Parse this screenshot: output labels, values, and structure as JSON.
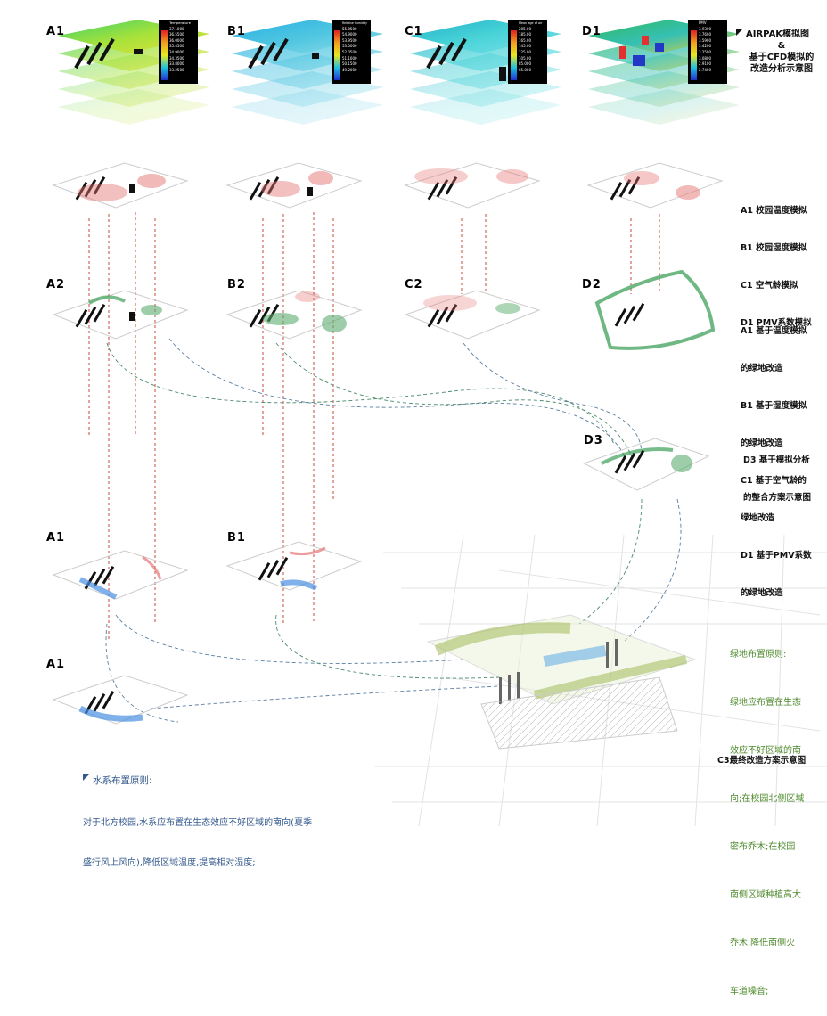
{
  "top_labels": {
    "a": "A1",
    "b": "B1",
    "c": "C1",
    "d": "D1"
  },
  "row2_labels": {
    "a": "A2",
    "b": "B2",
    "c": "C2",
    "d": "D2"
  },
  "d3_label": "D3",
  "water_labels": {
    "first": "A1",
    "second": "B1",
    "third": "A1"
  },
  "title": {
    "line1": "AIRPAK模拟图",
    "amp": "&",
    "line2": "基于CFD模拟的",
    "line3": "改造分析示意图"
  },
  "sim_list": {
    "l1": "A1 校园温度模拟",
    "l2": "B1 校园湿度模拟",
    "l3": "C1 空气龄模拟",
    "l4": "D1 PMV系数模拟"
  },
  "retrofit_list": {
    "l1": "A1 基于温度模拟",
    "l2": "的绿地改造",
    "l3": "B1 基于湿度模拟",
    "l4": "的绿地改造",
    "l5": "C1 基于空气龄的",
    "l6": "绿地改造",
    "l7": "D1 基于PMV系数",
    "l8": "的绿地改造"
  },
  "d3_text": {
    "l1": "D3 基于模拟分析",
    "l2": "的整合方案示意图"
  },
  "green_principle": {
    "l1": "绿地布置原则:",
    "l2": "绿地应布置在生态",
    "l3": "效应不好区域的南",
    "l4": "向;在校园北侧区域",
    "l5": "密布乔木;在校园",
    "l6": "南侧区域种植高大",
    "l7": "乔木,降低南侧火",
    "l8": "车道噪音;"
  },
  "c3_caption": "C3最终改造方案示意图",
  "water_principle": {
    "title": "水系布置原则:",
    "l1": "对于北方校园,水系应布置在生态效应不好区域的南向(夏季",
    "l2": "盛行风上风向),降低区域温度,提高相对湿度;"
  },
  "colorbars": {
    "a": {
      "title": "Temperature",
      "ticks": [
        "37.1000",
        "36.5500",
        "36.0000",
        "35.4500",
        "34.9000",
        "34.3500",
        "33.8000",
        "33.2500"
      ]
    },
    "b": {
      "title": "Relative humidity",
      "ticks": [
        "55.8500",
        "54.9000",
        "53.9500",
        "53.0000",
        "52.0500",
        "51.1000",
        "50.1500",
        "49.2000"
      ]
    },
    "c": {
      "title": "Mean age of air",
      "ticks": [
        "205.00",
        "185.00",
        "165.00",
        "145.00",
        "125.00",
        "105.00",
        "85.000",
        "65.000"
      ]
    },
    "d": {
      "title": "PMV",
      "ticks": [
        "3.9300",
        "3.7600",
        "3.5900",
        "3.4200",
        "3.2500",
        "3.0800",
        "2.9100",
        "2.7400"
      ]
    }
  },
  "colors": {
    "green": "#4f8a2c",
    "blue": "#345a8c",
    "red_line": "#c0392b"
  }
}
